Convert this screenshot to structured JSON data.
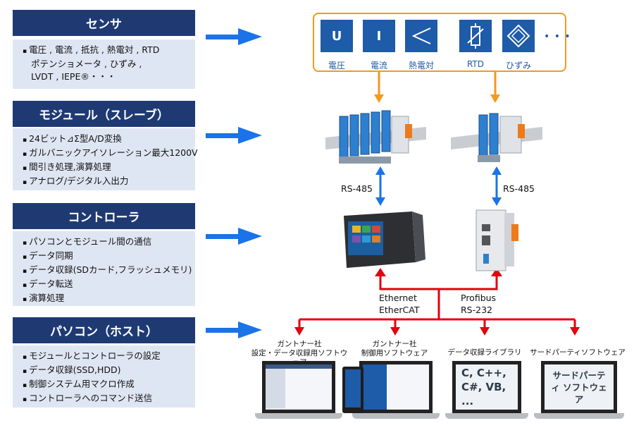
{
  "sections": [
    {
      "title": "センサ",
      "items": [
        "電圧 , 電流 , 抵抗 , 熱電対 , RTD",
        "ポテンショメータ , ひずみ ,",
        "LVDT , IEPE®・・・"
      ]
    },
    {
      "title": "モジュール（スレーブ）",
      "items": [
        "24ビット⊿Σ型A/D変換",
        "ガルバニックアイソレーション最大1200V",
        "間引き処理,演算処理",
        "アナログ/デジタル入出力"
      ]
    },
    {
      "title": "コントローラ",
      "items": [
        "パソコンとモジュール間の通信",
        "データ同期",
        "データ収録(SDカード,フラッシュメモリ)",
        "データ転送",
        "演算処理"
      ]
    },
    {
      "title": "パソコン（ホスト）",
      "items": [
        "モジュールとコントローラの設定",
        "データ収録(SSD,HDD)",
        "制御システム用マクロ作成",
        "コントローラへのコマンド送信"
      ]
    }
  ],
  "sensors": [
    {
      "symbol": "U",
      "label": "電圧",
      "icon": "voltage-icon"
    },
    {
      "symbol": "I",
      "label": "電流",
      "icon": "current-icon"
    },
    {
      "symbol": "",
      "label": "熱電対",
      "icon": "thermocouple-icon"
    },
    {
      "symbol": "",
      "label": "RTD",
      "icon": "rtd-icon"
    },
    {
      "symbol": "",
      "label": "ひずみ",
      "icon": "strain-gauge-icon"
    }
  ],
  "sensor_more": "• • •",
  "links": {
    "rs485_left": "RS-485",
    "rs485_right": "RS-485",
    "ethernet": "Ethernet",
    "ethercat": "EtherCAT",
    "profibus": "Profibus",
    "rs232": "RS-232"
  },
  "pcs": [
    {
      "label1": "ガントナー社",
      "label2": "設定・データ収録用ソフトウェア"
    },
    {
      "label1": "ガントナー社",
      "label2": "制御用ソフトウェア"
    },
    {
      "label1": "データ収録ライブラリ",
      "label2": "",
      "screen_text": "C, C++, C#, VB, ..."
    },
    {
      "label1": "サードパーティソフトウェア",
      "label2": "",
      "screen_text": "サードパーティ ソフトウェア"
    }
  ],
  "colors": {
    "header": "#1f3a73",
    "box": "#dfe6f3",
    "arrow_blue": "#1a73e8",
    "arrow_orange": "#f39a1e",
    "arrow_red": "#e3000f",
    "sensor_tile": "#1e5ba8"
  }
}
